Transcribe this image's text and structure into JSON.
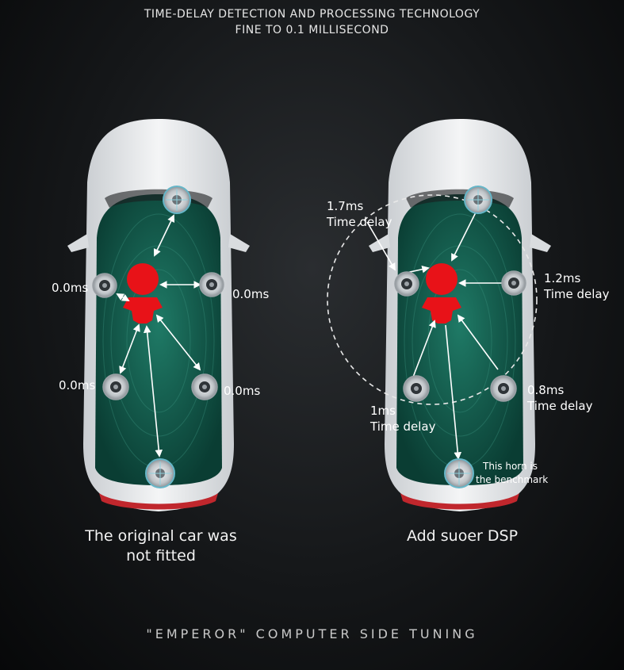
{
  "header": {
    "line1": "TIME-DELAY DETECTION AND PROCESSING TECHNOLOGY",
    "line2": "FINE TO 0.1 MILLISECOND"
  },
  "left_car": {
    "caption_line1": "The original car was",
    "caption_line2": "not fitted",
    "labels": {
      "mid_left": "0.0ms",
      "mid_right": "0.0ms",
      "rear_left": "0.0ms",
      "rear_right": "0.0ms"
    }
  },
  "right_car": {
    "caption": "Add suoer DSP",
    "labels": {
      "front_value": "1.7ms",
      "front_text": "Time delay",
      "mid_right_value": "1.2ms",
      "mid_right_text": "Time delay",
      "rear_right_value": "0.8ms",
      "rear_right_text": "Time delay",
      "rear_left_value": "1ms",
      "rear_left_text": "Time delay",
      "bench_line1": "This horn is",
      "bench_line2": "the benchmark"
    }
  },
  "footer": "\"EMPEROR\" COMPUTER SIDE TUNING",
  "colors": {
    "listener": "#e81218",
    "cabin": "#0f5a4b",
    "body": "#e6e8ea",
    "arrow": "#ffffff"
  }
}
